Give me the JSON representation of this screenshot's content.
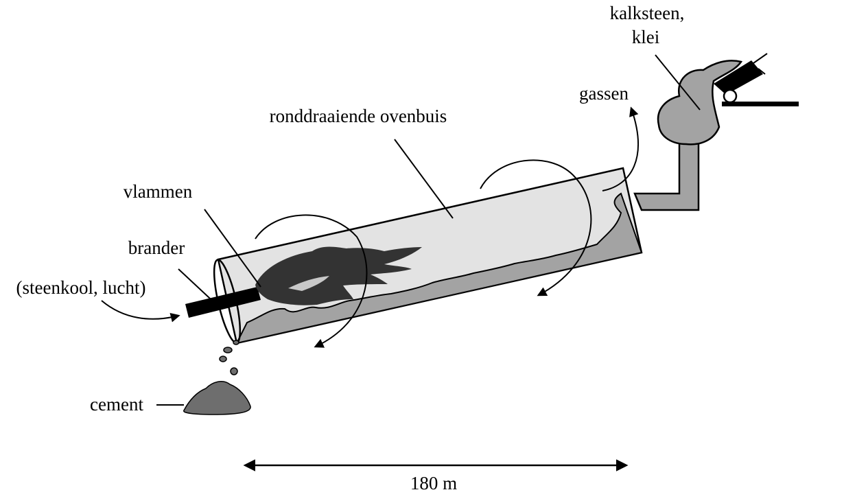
{
  "labels": {
    "limestone_clay_line1": "kalksteen,",
    "limestone_clay_line2": "klei",
    "gases": "gassen",
    "rotating_kiln_tube": "ronddraaiende ovenbuis",
    "flames": "vlammen",
    "burner": "brander",
    "fuel_input": "(steenkool, lucht)",
    "cement": "cement",
    "length": "180 m"
  },
  "colors": {
    "tube_fill": "#e3e3e3",
    "material_fill": "#a3a3a3",
    "burner_fill": "#000000",
    "flame_fill": "#333333",
    "flame_inner": "#c8c8c8",
    "cement_fill": "#6e6e6e",
    "line": "#000000"
  }
}
